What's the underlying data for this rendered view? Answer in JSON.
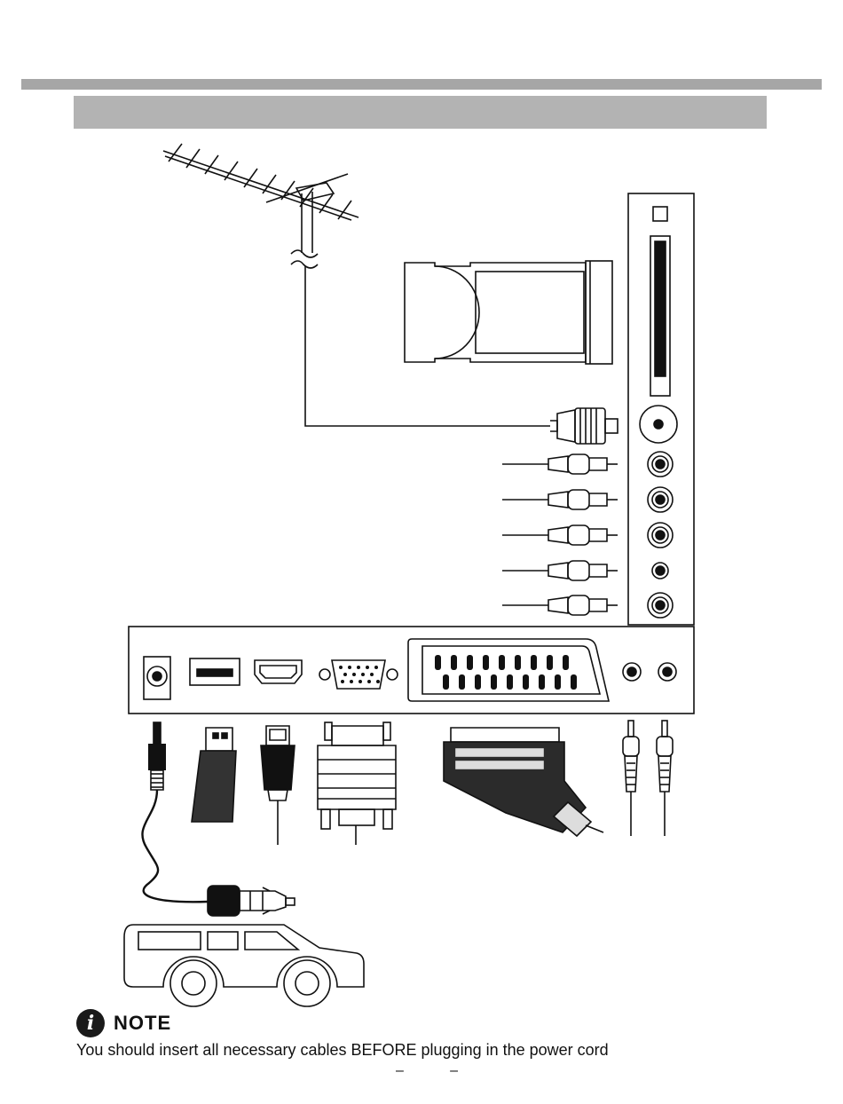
{
  "header": {
    "section_title": ""
  },
  "note": {
    "icon": "info-icon",
    "icon_glyph": "i",
    "label": "NOTE",
    "text": "You should insert all necessary cables BEFORE plugging in the power cord"
  },
  "footer": {
    "page_left": "–",
    "page_right": "–"
  }
}
